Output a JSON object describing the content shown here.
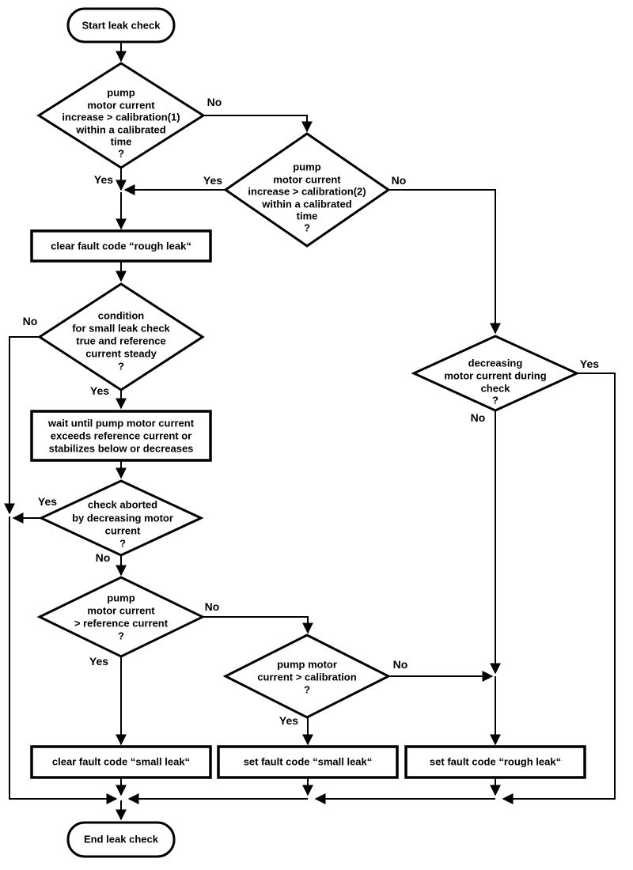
{
  "colors": {
    "background": "#ffffff",
    "line": "#000000",
    "text": "#000000"
  },
  "nodes": {
    "start": {
      "type": "terminator",
      "label": "Start leak check"
    },
    "rough1": {
      "type": "decision",
      "lines": [
        "pump",
        "motor current",
        "increase > calibration(1)",
        "within a calibrated",
        "time",
        "?"
      ]
    },
    "rough2": {
      "type": "decision",
      "lines": [
        "pump",
        "motor current",
        "increase > calibration(2)",
        "within a calibrated",
        "time",
        "?"
      ]
    },
    "clear_rough": {
      "type": "process",
      "label": "clear fault code “rough leak“"
    },
    "condition": {
      "type": "decision",
      "lines": [
        "condition",
        "for small leak check",
        "true and reference",
        "current steady",
        "?"
      ]
    },
    "wait": {
      "type": "process",
      "lines": [
        "wait until pump motor current",
        "exceeds reference current or",
        "stabilizes below or decreases"
      ]
    },
    "aborted": {
      "type": "decision",
      "lines": [
        "check aborted",
        "by decreasing motor",
        "current",
        "?"
      ]
    },
    "reference": {
      "type": "decision",
      "lines": [
        "pump",
        "motor current",
        "> reference current",
        "?"
      ]
    },
    "calibration": {
      "type": "decision",
      "lines": [
        "pump motor",
        "current > calibration",
        "?"
      ]
    },
    "decreasing": {
      "type": "decision",
      "lines": [
        "decreasing",
        "motor current during",
        "check",
        "?"
      ]
    },
    "clear_small": {
      "type": "process",
      "label": "clear fault code “small leak“"
    },
    "set_small": {
      "type": "process",
      "label": "set fault code “small leak“"
    },
    "set_rough": {
      "type": "process",
      "label": "set fault code “rough leak“"
    },
    "end": {
      "type": "terminator",
      "label": "End leak check"
    }
  },
  "edge_labels": {
    "rough1_no": "No",
    "rough1_yes": "Yes",
    "rough2_yes": "Yes",
    "rough2_no": "No",
    "condition_no": "No",
    "condition_yes": "Yes",
    "aborted_yes": "Yes",
    "aborted_no": "No",
    "reference_no": "No",
    "reference_yes": "Yes",
    "calibration_no": "No",
    "calibration_yes": "Yes",
    "decreasing_yes": "Yes",
    "decreasing_no": "No"
  }
}
